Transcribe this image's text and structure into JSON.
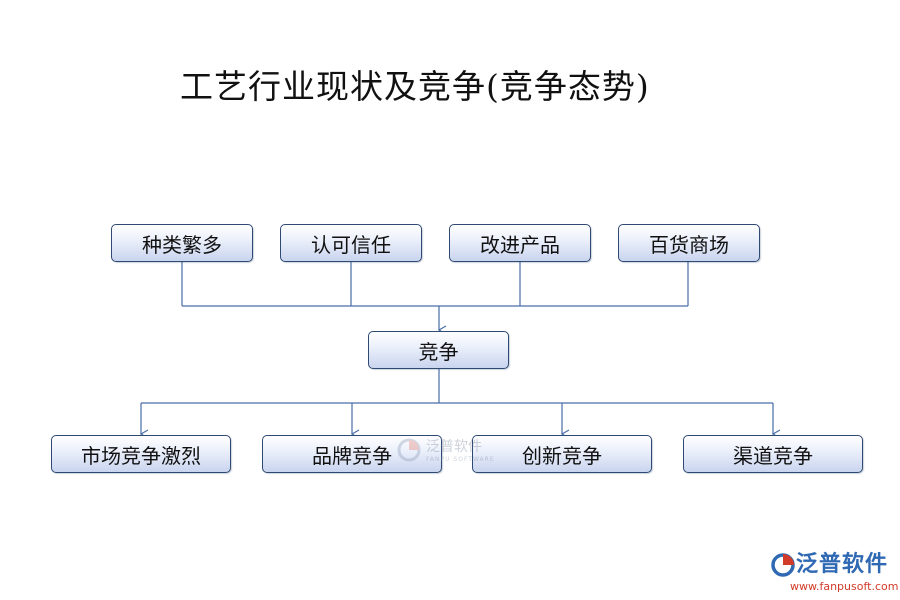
{
  "title": "工艺行业现状及竞争(竞争态势)",
  "top_row": [
    "种类繁多",
    "认可信任",
    "改进产品",
    "百货商场"
  ],
  "center": "竞争",
  "bottom_row": [
    "市场竞争激烈",
    "品牌竞争",
    "创新竞争",
    "渠道竞争"
  ],
  "watermark": {
    "text": "泛普软件",
    "sub": "FANPU SOFTWARE"
  },
  "logo": {
    "name": "泛普软件",
    "url": "www.fanpusoft.com"
  },
  "colors": {
    "box_border": "#2e4a73",
    "box_fill_bottom": "#c9d4ee",
    "line": "#4a6ea8",
    "logo_blue": "#2f69b3",
    "logo_red": "#d23b2a"
  }
}
